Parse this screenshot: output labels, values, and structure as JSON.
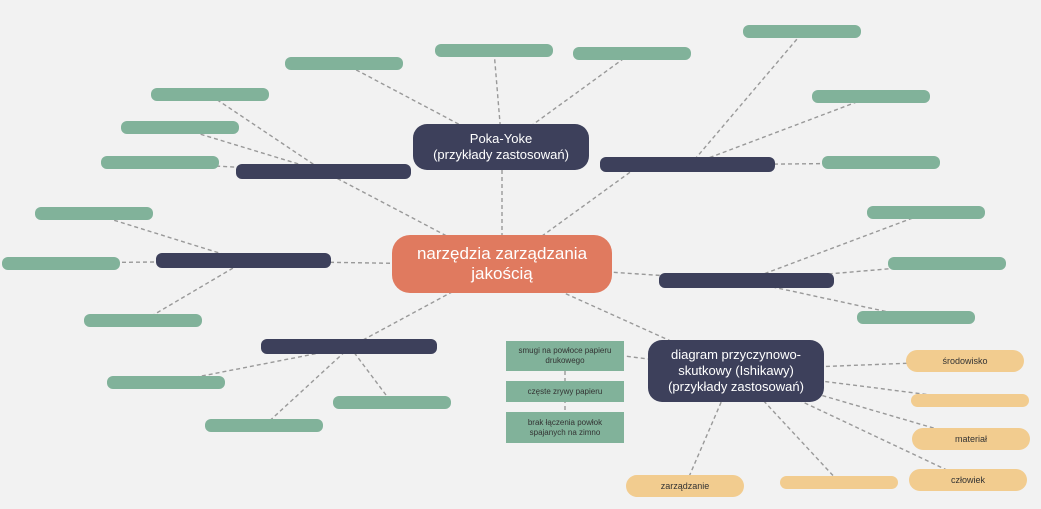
{
  "root": {
    "label": "narzędzia zarządzania\njakością"
  },
  "poka_yoke": {
    "label": "Poka-Yoke\n(przykłady zastosowań)"
  },
  "ishikawa": {
    "label": "diagram przyczynowo-\nskutkowy (Ishikawy)\n(przykłady zastosowań)"
  },
  "ishikawa_categories": [
    "środowisko",
    "",
    "materiał",
    "człowiek",
    "",
    "zarządzanie"
  ],
  "ishikawa_examples": [
    "smugi na powłoce papieru\ndrukowego",
    "częste zrywy papieru",
    "brak łączenia powłok\nspajanych na zimno"
  ],
  "colors": {
    "background": "#f2f2f2",
    "root": "#e07a5f",
    "dark": "#3d405b",
    "green": "#81b29a",
    "yellow": "#f2cc8f",
    "connector": "#999999"
  }
}
